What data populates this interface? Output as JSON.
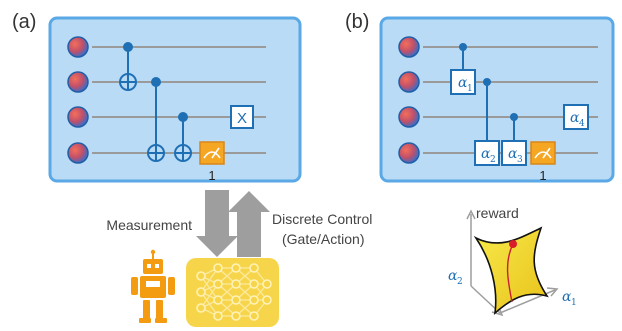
{
  "panel_a": {
    "label": "(a)",
    "x_gate": "X",
    "measure_out": "1"
  },
  "panel_b": {
    "label": "(b)",
    "alpha1": "α",
    "alpha1_sub": "1",
    "alpha2": "α",
    "alpha2_sub": "2",
    "alpha3": "α",
    "alpha3_sub": "3",
    "alpha4": "α",
    "alpha4_sub": "4",
    "measure_out": "1"
  },
  "loop": {
    "measurement_label": "Measurement",
    "control_label_line1": "Discrete Control",
    "control_label_line2": "(Gate/Action)"
  },
  "landscape": {
    "reward_label": "reward",
    "axis1": "α",
    "axis1_sub": "1",
    "axis2": "α",
    "axis2_sub": "2"
  },
  "colors": {
    "panel_fill": "#b9dbf5",
    "panel_border": "#5aa9e6",
    "wire": "#9a9a9a",
    "gate_blue": "#1f6fb5",
    "measure_orange": "#f5a623",
    "nn_yellow": "#f7d54a",
    "robot_orange": "#f39c12",
    "arrow_gray": "#9e9e9e"
  }
}
